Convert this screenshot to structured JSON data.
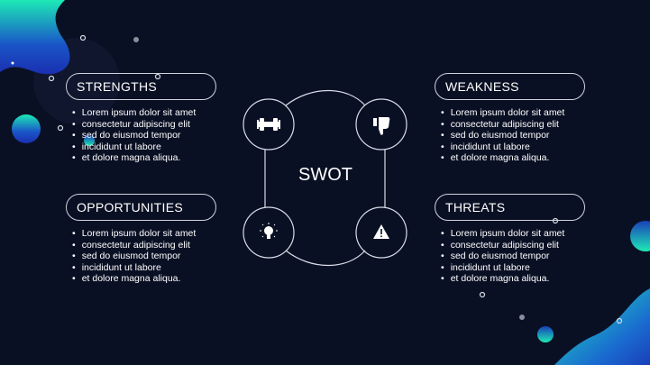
{
  "title": "SWOT",
  "sections": [
    {
      "heading": "STRENGTHS",
      "icon": "dumbbell-icon",
      "bullets": [
        "Lorem ipsum dolor sit amet",
        "consectetur adipiscing elit",
        "sed do eiusmod tempor",
        "incididunt ut labore",
        "et dolore magna aliqua."
      ]
    },
    {
      "heading": "WEAKNESS",
      "icon": "thumbs-down-icon",
      "bullets": [
        "Lorem ipsum dolor sit amet",
        "consectetur adipiscing elit",
        "sed do eiusmod tempor",
        "incididunt ut labore",
        "et dolore magna aliqua."
      ]
    },
    {
      "heading": "OPPORTUNITIES",
      "icon": "lightbulb-icon",
      "bullets": [
        "Lorem ipsum dolor sit amet",
        "consectetur adipiscing elit",
        "sed do eiusmod tempor",
        "incididunt ut labore",
        "et dolore magna aliqua."
      ]
    },
    {
      "heading": "THREATS",
      "icon": "warning-icon",
      "bullets": [
        "Lorem ipsum dolor sit amet",
        "consectetur adipiscing elit",
        "sed do eiusmod tempor",
        "incididunt ut labore",
        "et dolore magna aliqua."
      ]
    }
  ],
  "colors": {
    "background": "#0a1024",
    "accent_teal": "#1de9b6",
    "accent_blue": "#1a3fb8"
  }
}
